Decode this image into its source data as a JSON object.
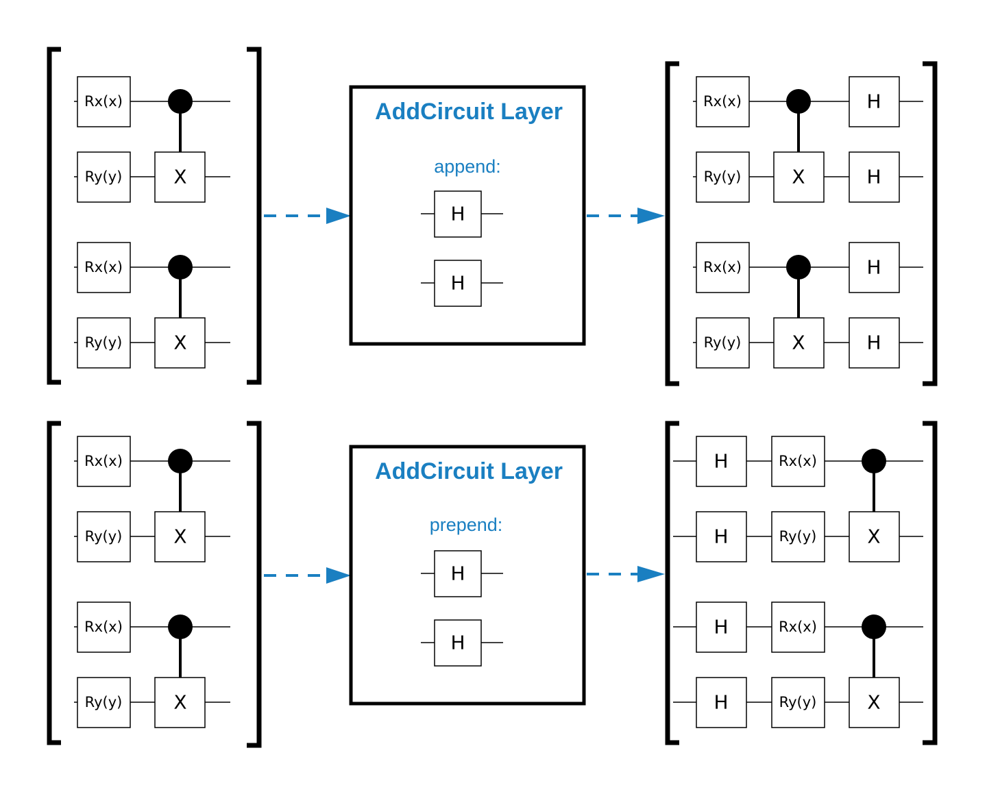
{
  "colors": {
    "accent": "#1a7fc1",
    "ink": "#000000"
  },
  "gates": {
    "rx": "Rx(x)",
    "ry": "Ry(y)",
    "x": "X",
    "h": "H"
  },
  "rows": [
    {
      "layer": {
        "title": "AddCircuit Layer",
        "mode": "append:"
      }
    },
    {
      "layer": {
        "title": "AddCircuit Layer",
        "mode": "prepend:"
      }
    }
  ]
}
